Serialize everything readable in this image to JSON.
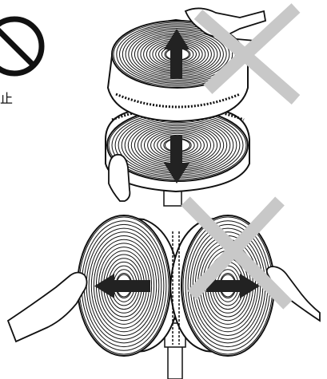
{
  "prohibition": {
    "label": "止",
    "icon": "no-entry-icon"
  },
  "colors": {
    "ink": "#111111",
    "forbid_cross": "#c8c8c8",
    "arrow": "#222222",
    "background": "#ffffff"
  },
  "panels": [
    {
      "name": "pull-apart-vertical",
      "arrows": [
        "up-arrow-icon",
        "down-arrow-icon"
      ],
      "forbidden": true
    },
    {
      "name": "pull-apart-horizontal",
      "arrows": [
        "left-arrow-icon",
        "right-arrow-icon"
      ],
      "forbidden": true
    }
  ]
}
